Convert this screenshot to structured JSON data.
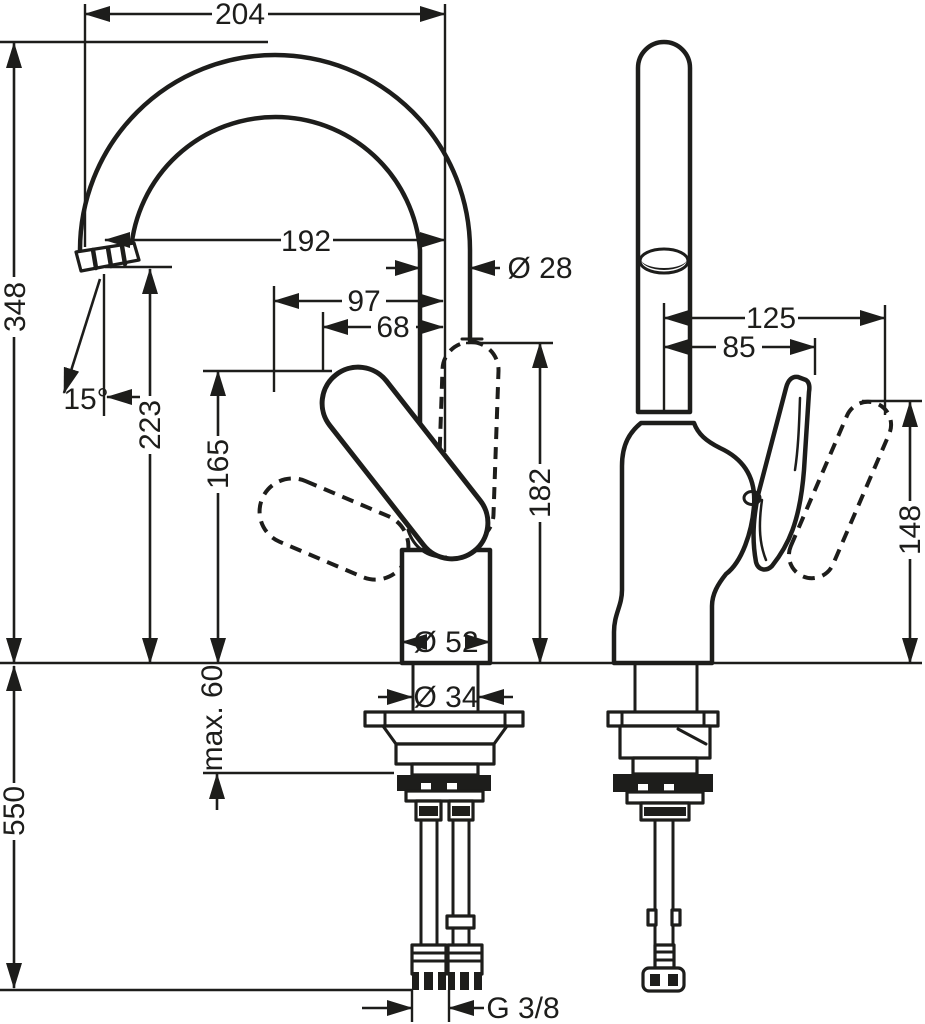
{
  "drawing": {
    "background": "#ffffff",
    "line_color": "#1d1d1b",
    "type": "faucet-installation-dimension-drawing"
  },
  "dims": {
    "d204": "204",
    "d192": "192",
    "d28": "Ø 28",
    "d97": "97",
    "d68": "68",
    "d348": "348",
    "d223": "223",
    "d165": "165",
    "d182": "182",
    "d15": "15°",
    "d52": "Ø 52",
    "d34": "Ø 34",
    "dmax60": "max. 60",
    "d550": "550",
    "d125": "125",
    "d85": "85",
    "d148": "148",
    "g38": "G 3/8"
  }
}
